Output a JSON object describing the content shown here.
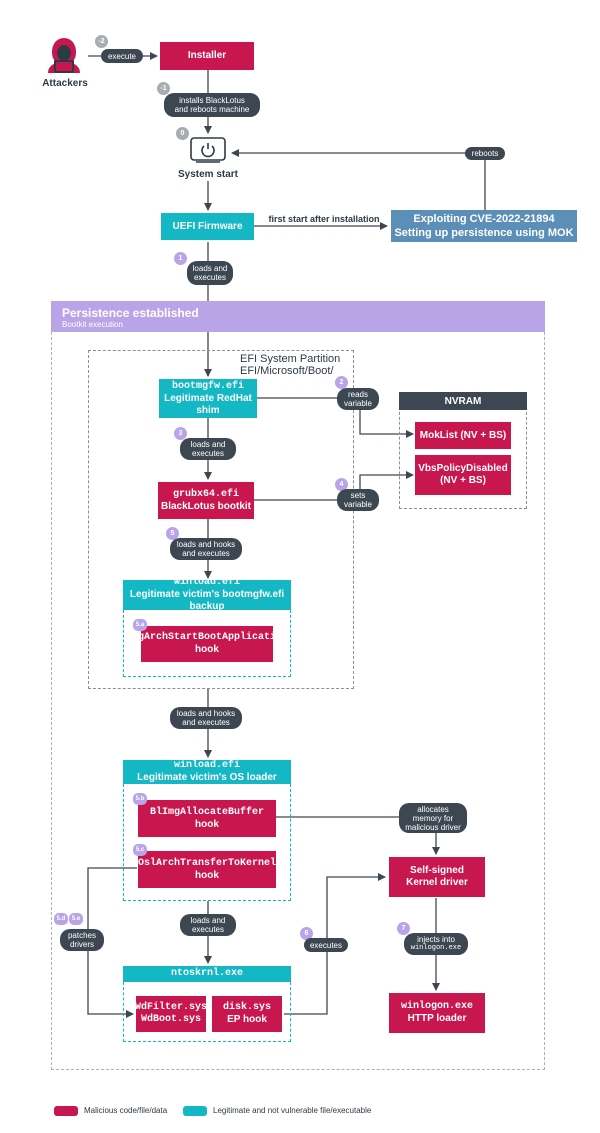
{
  "actors": {
    "attackers": "Attackers",
    "system_start": "System start"
  },
  "steps": {
    "m2": "-2",
    "m1": "-1",
    "s0": "0",
    "s1": "1",
    "s2": "2",
    "s3": "3",
    "s4": "4",
    "s5": "5",
    "s5a": "5.a",
    "s5b": "5.b",
    "s5c": "5.c",
    "s5d": "5.d",
    "s5e": "5.e",
    "s6": "6",
    "s7": "7"
  },
  "nodes": {
    "installer": "Installer",
    "uefi": "UEFI Firmware",
    "exploit_line1": "Exploiting CVE-2022-21894",
    "exploit_line2": "Setting up persistence using MOK",
    "bootmgfw_name": "bootmgfw.efi",
    "bootmgfw_desc1": "Legitimate RedHat",
    "bootmgfw_desc2": "shim",
    "grubx64_name": "grubx64.efi",
    "grubx64_desc": "BlackLotus bootkit",
    "winload1_name": "winload.efi",
    "winload1_desc1": "Legitimate victim's bootmgfw.efi",
    "winload1_desc2": "backup",
    "imgarch_name": "ImgArchStartBootApplication",
    "imgarch_desc": "hook",
    "winload2_name": "winload.efi",
    "winload2_desc": "Legitimate victim's OS loader",
    "blimg_name": "BlImgAllocateBuffer",
    "blimg_desc": "hook",
    "oslarch_name": "OslArchTransferToKernel",
    "oslarch_desc": "hook",
    "ntoskrnl": "ntoskrnl.exe",
    "wdfilter": "WdFilter.sys",
    "wdboot": "WdBoot.sys",
    "disk_name": "disk.sys",
    "disk_desc": "EP hook",
    "kernel_driver1": "Self-signed",
    "kernel_driver2": "Kernel driver",
    "winlogon_name": "winlogon.exe",
    "winlogon_desc": "HTTP loader",
    "moklist": "MokList (NV + BS)",
    "vbs1": "VbsPolicyDisabled",
    "vbs2": "(NV + BS)"
  },
  "edges": {
    "execute": "execute",
    "installs1": "installs BlackLotus",
    "installs2": "and reboots machine",
    "reboots": "reboots",
    "first_start": "first start after installation",
    "loads1a": "loads and",
    "loads1b": "executes",
    "reads1": "reads",
    "reads2": "variable",
    "loads3a": "loads and",
    "loads3b": "executes",
    "sets1": "sets",
    "sets2": "variable",
    "hooks5a": "loads and hooks",
    "hooks5b": "and executes",
    "hooksMa": "loads and hooks",
    "hooksMb": "and executes",
    "alloc1": "allocates",
    "alloc2": "memory for",
    "alloc3": "malicious driver",
    "patches1": "patches",
    "patches2": "drivers",
    "loadsNa": "loads and",
    "loadsNb": "executes",
    "executes6": "executes",
    "injects1": "injects into",
    "injects2": "winlogon.exe"
  },
  "regions": {
    "persistence_title": "Persistence established",
    "persistence_sub": "Bootkit execution",
    "esp1": "EFI System Partition",
    "esp2": "EFI/Microsoft/Boot/",
    "nvram": "NVRAM"
  },
  "legend": {
    "malicious": "Malicious code/file/data",
    "legit": "Legitimate and not vulnerable file/executable"
  },
  "colors": {
    "malicious": "#c8174f",
    "legitimate": "#14b8c4",
    "exploit": "#5b8fb8",
    "persistence": "#b9a4e8",
    "pill": "#3d4752"
  }
}
